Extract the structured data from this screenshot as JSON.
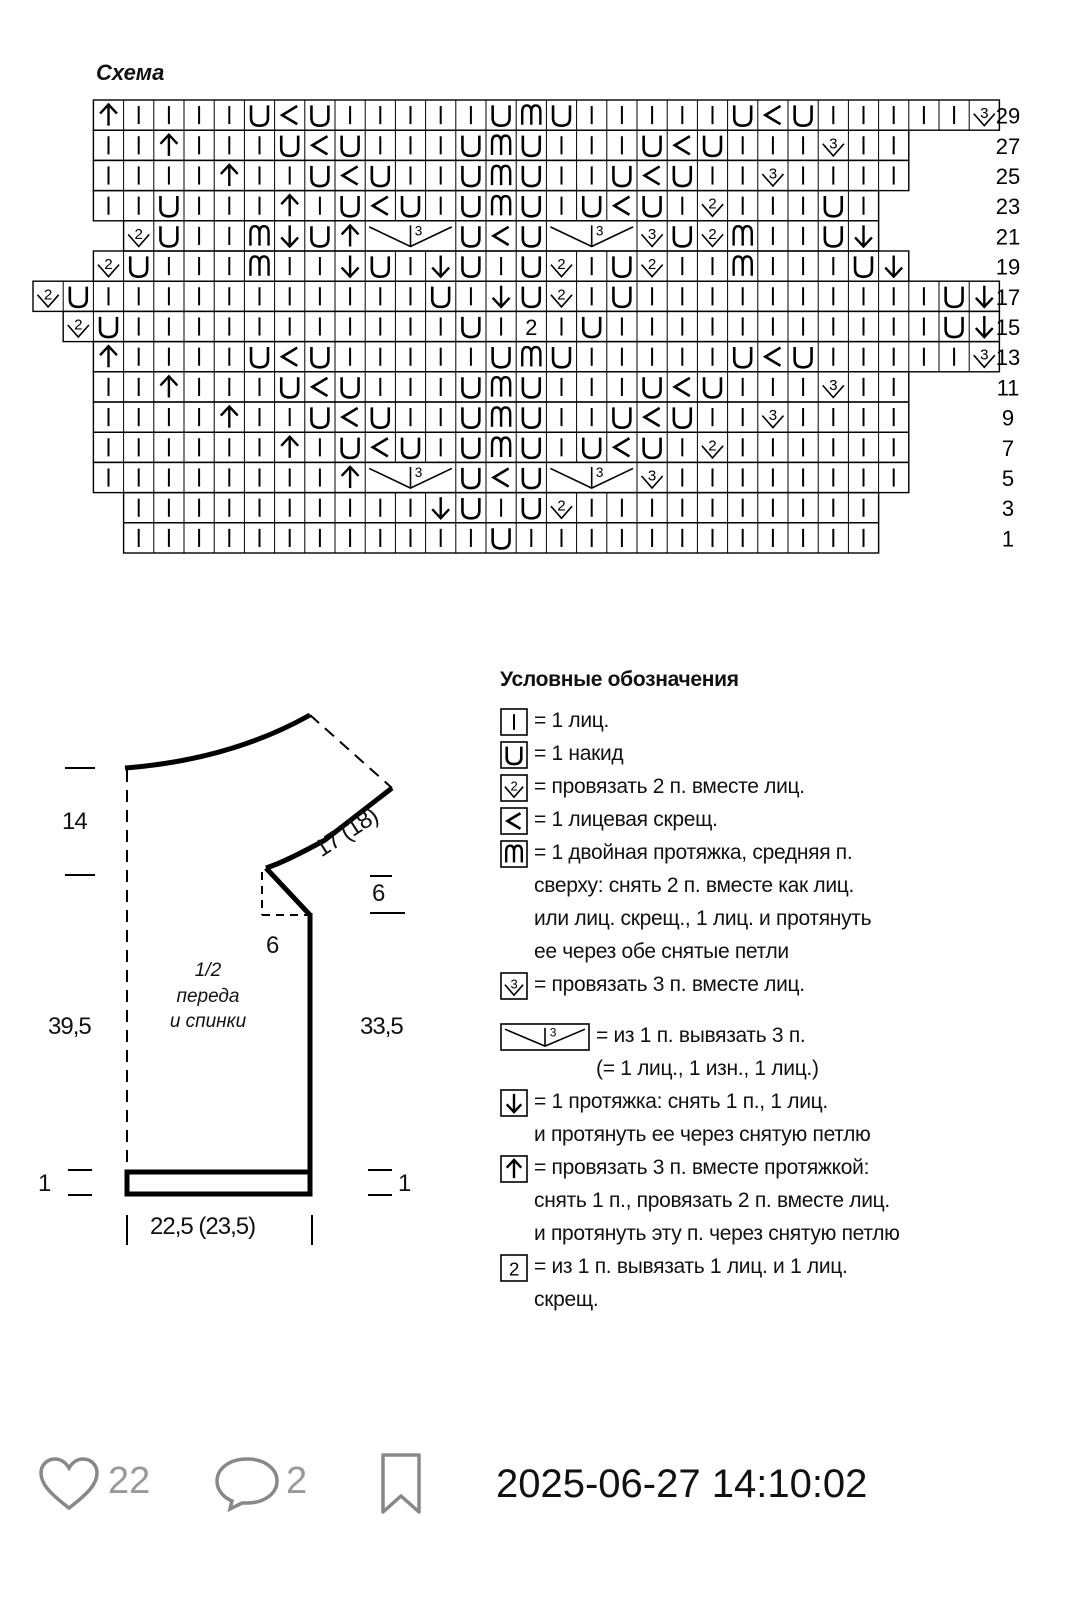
{
  "chart": {
    "title": "Схема",
    "row_numbers": [
      "29",
      "27",
      "25",
      "23",
      "21",
      "19",
      "17",
      "15",
      "13",
      "11",
      "9",
      "7",
      "5",
      "3",
      "1"
    ],
    "symbols_note": "k=1 лиц., u=накид, d2=2 вместе лиц., lt=лицевая скрещ., m=двойная протяжка, d3=3 вместе лиц., x3=из 1 п. 3 п., dn=протяжка, up=3 вместе протяжкой, n2=из 1 п. 1 лиц. и 1 лиц. скрещ."
  },
  "shape": {
    "label": "1/2\nпереда\nи спинки",
    "dims": {
      "d14": "14",
      "d395": "39,5",
      "d1left": "1",
      "d17": "17 (18)",
      "d6a": "6",
      "d6b": "6",
      "d335": "33,5",
      "d1right": "1",
      "d225": "22,5 (23,5)"
    }
  },
  "legend": {
    "title": "Условные обозначения",
    "items": [
      {
        "sym": "k",
        "text": "= 1 лиц."
      },
      {
        "sym": "u",
        "text": "= 1 накид"
      },
      {
        "sym": "d2",
        "text": "= провязать 2 п. вместе лиц."
      },
      {
        "sym": "lt",
        "text": "= 1 лицевая скрещ."
      },
      {
        "sym": "m",
        "text": "= 1 двойная протяжка, средняя п.\nсверху: снять 2 п. вместе как лиц.\nили лиц. скрещ., 1 лиц. и протянуть\nее через обе снятые петли"
      },
      {
        "sym": "d3",
        "text": "= провязать 3 п. вместе лиц."
      },
      {
        "sym": "x3",
        "text": "= из 1 п. вывязать 3 п.\n(= 1 лиц., 1 изн., 1 лиц.)",
        "gap": true
      },
      {
        "sym": "dn",
        "text": "= 1 протяжка: снять 1 п., 1 лиц.\nи протянуть ее через снятую петлю"
      },
      {
        "sym": "up",
        "text": "= провязать 3 п. вместе протяжкой:\nснять 1 п., провязать 2 п. вместе лиц.\nи протянуть эту п. через снятую петлю"
      },
      {
        "sym": "n2",
        "text": "= из 1 п. вывязать 1 лиц. и 1 лиц.\nскрещ."
      }
    ]
  },
  "footer": {
    "likes": "22",
    "comments": "2",
    "datetime": "2025-06-27 14:10:02",
    "icons": [
      "heart-icon",
      "comment-icon",
      "bookmark-icon"
    ]
  }
}
